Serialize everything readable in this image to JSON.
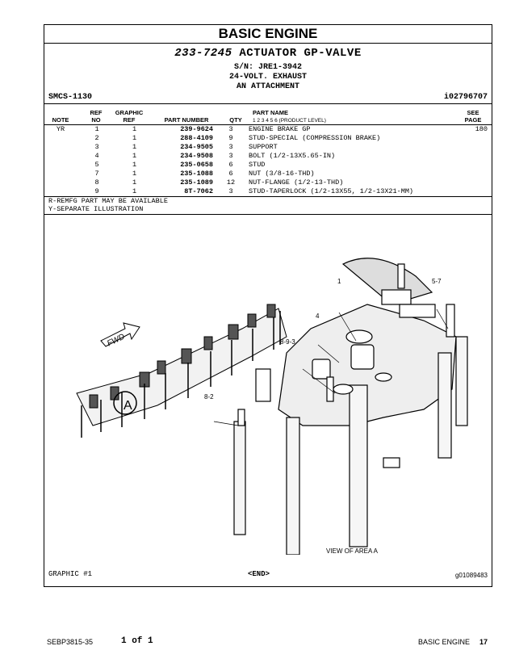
{
  "header": {
    "section_title": "BASIC ENGINE"
  },
  "group": {
    "part_number": "233-7245",
    "part_name": "ACTUATOR GP-VALVE",
    "serial": "S/N: JRE1-3942",
    "line2": "24-VOLT. EXHAUST",
    "line3": "AN ATTACHMENT"
  },
  "smcs": "SMCS-1130",
  "illustration_code": "i02796707",
  "columns": {
    "note": "NOTE",
    "ref_no": "REF\nNO",
    "graphic_ref": "GRAPHIC\nREF",
    "part_number": "PART NUMBER",
    "qty": "QTY",
    "part_name": "PART NAME",
    "product_level": "1   2   3   4   5   6   (PRODUCT LEVEL)",
    "see_page": "SEE\nPAGE"
  },
  "parts": [
    {
      "note": "YR",
      "ref": "1",
      "gref": "1",
      "pn": "239-9624",
      "qty": "3",
      "name": "ENGINE BRAKE GP",
      "see": "180"
    },
    {
      "note": "",
      "ref": "2",
      "gref": "1",
      "pn": "288-4109",
      "qty": "9",
      "name": "STUD-SPECIAL (COMPRESSION BRAKE)",
      "see": ""
    },
    {
      "note": "",
      "ref": "3",
      "gref": "1",
      "pn": "234-9505",
      "qty": "3",
      "name": "SUPPORT",
      "see": ""
    },
    {
      "note": "",
      "ref": "4",
      "gref": "1",
      "pn": "234-9508",
      "qty": "3",
      "name": "BOLT (1/2-13X5.65-IN)",
      "see": ""
    },
    {
      "note": "",
      "ref": "5",
      "gref": "1",
      "pn": "235-0658",
      "qty": "6",
      "name": "STUD",
      "see": ""
    },
    {
      "note": "",
      "ref": "7",
      "gref": "1",
      "pn": "235-1088",
      "qty": "6",
      "name": "NUT (3/8-16-THD)",
      "see": ""
    },
    {
      "note": "",
      "ref": "8",
      "gref": "1",
      "pn": "235-1089",
      "qty": "12",
      "name": "NUT-FLANGE (1/2-13-THD)",
      "see": ""
    },
    {
      "note": "",
      "ref": "9",
      "gref": "1",
      "pn": "8T-7062",
      "qty": "3",
      "name": "STUD-TAPERLOCK (1/2-13X55, 1/2-13X21-MM)",
      "see": ""
    }
  ],
  "notes": [
    "R-REMFG PART MAY BE AVAILABLE",
    "Y-SEPARATE ILLUSTRATION"
  ],
  "illustration": {
    "callouts": [
      "1",
      "5-7",
      "4",
      "8-9-3",
      "8-2"
    ],
    "area_label": "A",
    "fwd_label": "FWD",
    "view_label": "VIEW OF AREA  A"
  },
  "graphic_label": "GRAPHIC #1",
  "end_label": "<END>",
  "graphic_code": "g01089483",
  "footer": {
    "doc_code": "SEBP3815-35",
    "page_of": "1 of 1",
    "section": "BASIC ENGINE",
    "page_no": "17"
  }
}
